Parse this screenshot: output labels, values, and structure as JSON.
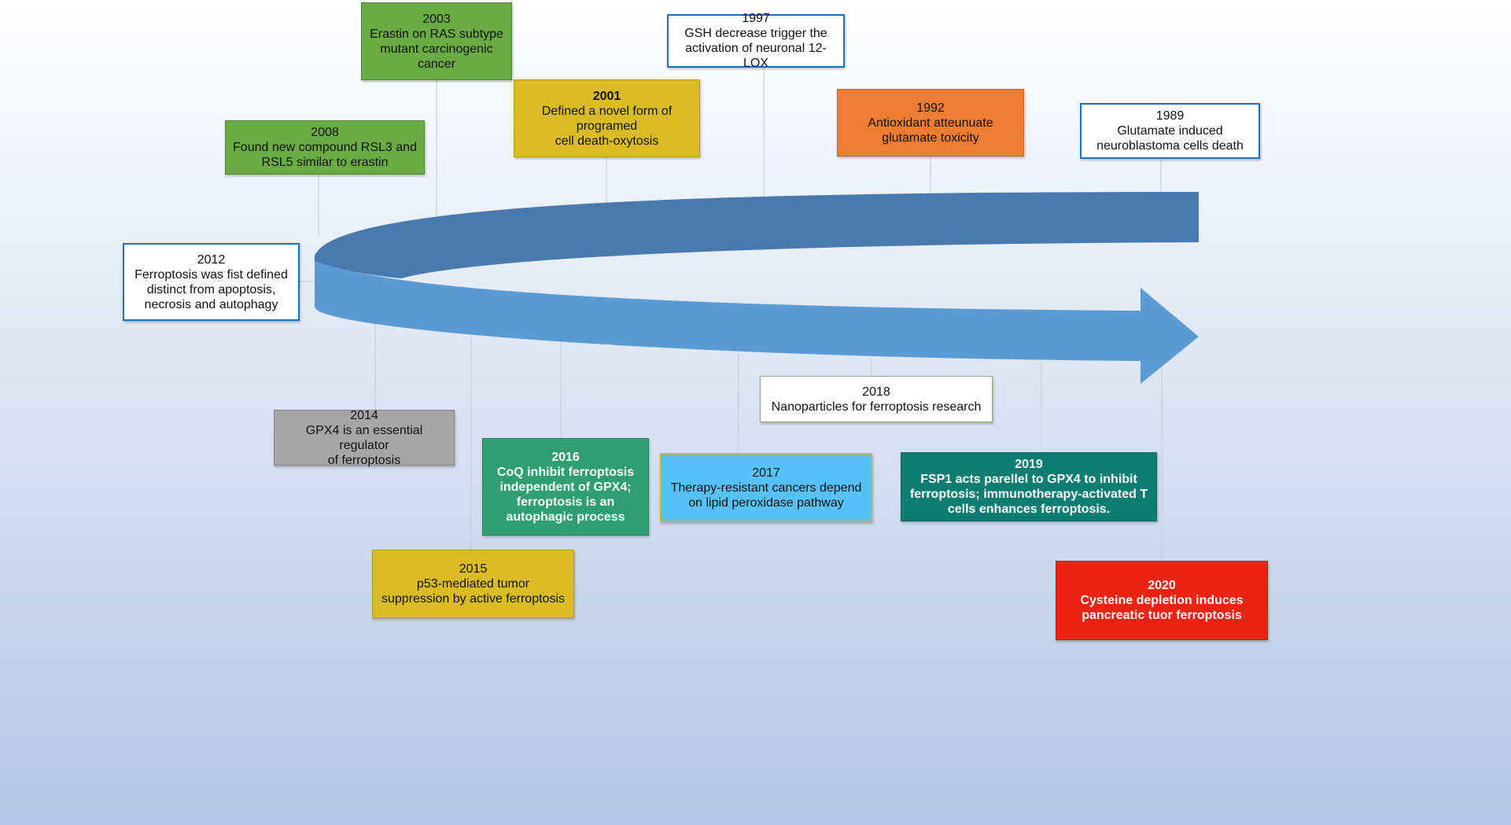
{
  "events": [
    {
      "year": "2003",
      "text": "Erastin on RAS subtype\nmutant carcinogenic\ncancer",
      "style": "green"
    },
    {
      "year": "1997",
      "text": "GSH decrease trigger the\nactivation of neuronal 12-LOX",
      "style": "white"
    },
    {
      "year": "2001",
      "text": "Defined a novel form of\nprogramed\ncell death-oxytosis",
      "style": "gold"
    },
    {
      "year": "2008",
      "text": "Found new compound RSL3 and\nRSL5 similar to erastin",
      "style": "green"
    },
    {
      "year": "1992",
      "text": "Antioxidant atteunuate\nglutamate toxicity",
      "style": "orange"
    },
    {
      "year": "1989",
      "text": "Glutamate induced\nneuroblastoma cells death",
      "style": "white"
    },
    {
      "year": "2012",
      "text": "Ferroptosis was fist defined\ndistinct from apoptosis,\nnecrosis and autophagy",
      "style": "white"
    },
    {
      "year": "2018",
      "text": "Nanoparticles for ferroptosis research",
      "style": "white-plain"
    },
    {
      "year": "2014",
      "text": "GPX4 is an essential regulator\nof ferroptosis",
      "style": "gray"
    },
    {
      "year": "2016",
      "text": "CoQ inhibit ferroptosis\nindependent of GPX4;\nferroptosis is an\nautophagic process",
      "style": "teal"
    },
    {
      "year": "2017",
      "text": "Therapy-resistant cancers depend\non lipid peroxidase pathway",
      "style": "cyan"
    },
    {
      "year": "2019",
      "text": "FSP1 acts parellel to GPX4 to inhibit\nferroptosis;  immunotherapy-activated T\ncells enhances ferroptosis.",
      "style": "dteal"
    },
    {
      "year": "2015",
      "text": "p53-mediated tumor\nsuppression by active ferroptosis",
      "style": "gold"
    },
    {
      "year": "2020",
      "text": "Cysteine depletion induces\npancreatic tuor ferroptosis",
      "style": "red"
    }
  ],
  "colors": {
    "arrow_top": "#4a7aad",
    "arrow_bottom": "#5b9bd5",
    "connector": "#c9d0d8"
  }
}
